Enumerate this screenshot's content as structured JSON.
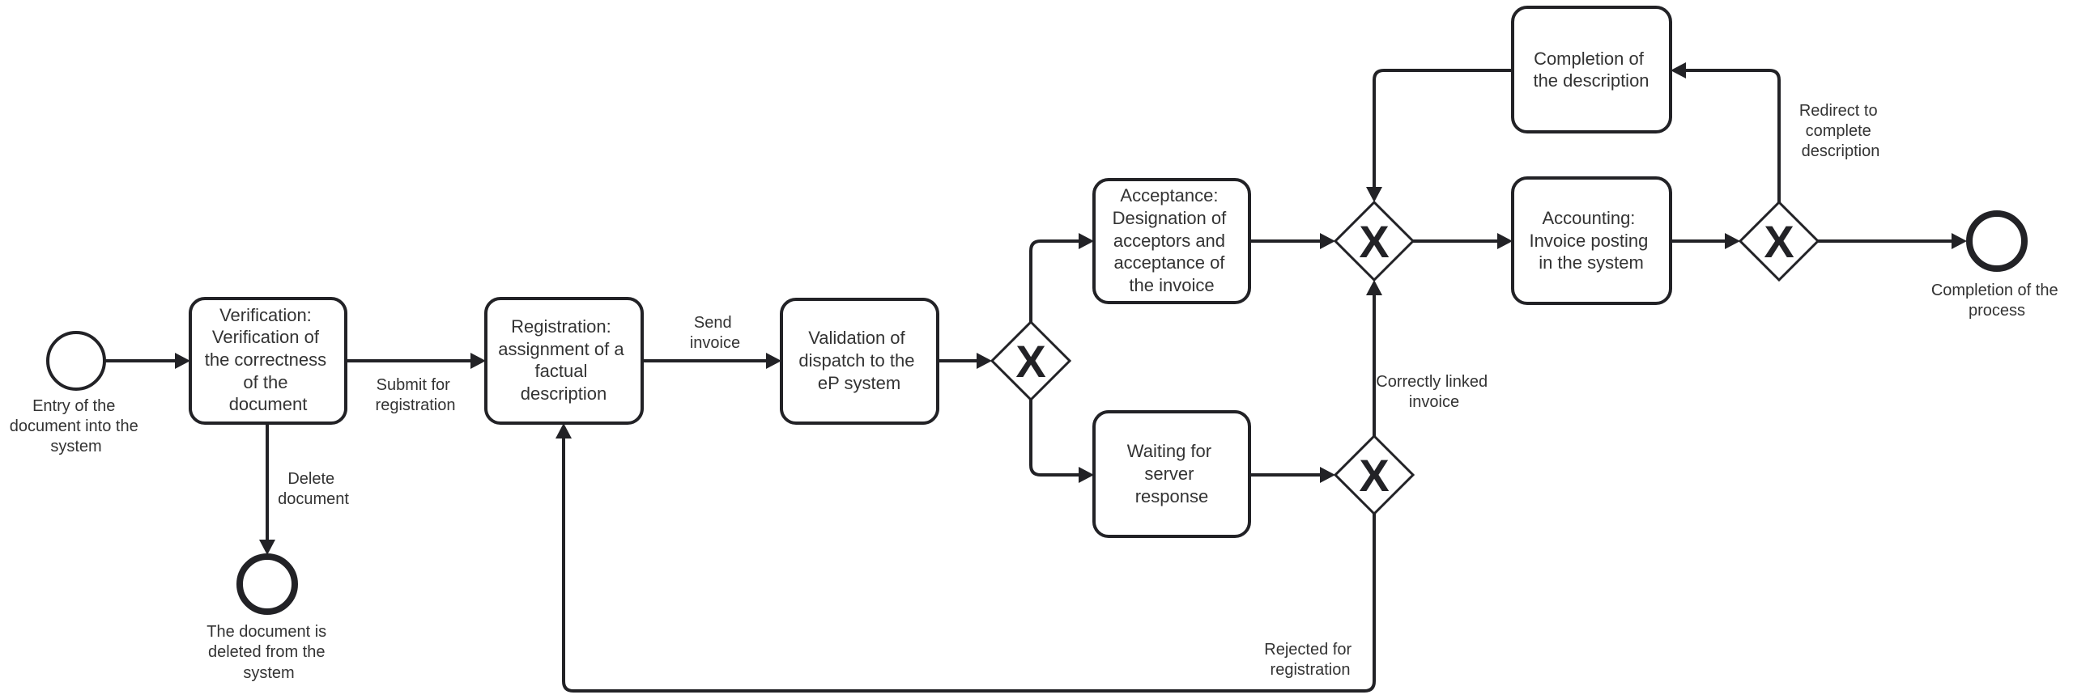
{
  "diagram": {
    "type": "BPMN process",
    "colors": {
      "stroke": "#222226",
      "text": "#333333",
      "background": "#ffffff"
    },
    "events": {
      "start": {
        "label": [
          "Entry of the",
          "document into the",
          "system"
        ]
      },
      "end_deleted": {
        "label": [
          "The document is",
          "deleted from the",
          "system"
        ]
      },
      "end_complete": {
        "label": [
          "Completion of the",
          "process"
        ]
      }
    },
    "tasks": {
      "verification": {
        "lines": [
          "Verification:",
          "Verification of",
          "the correctness",
          "of the",
          "document"
        ]
      },
      "registration": {
        "lines": [
          "Registration:",
          "assignment of a",
          "factual",
          "description"
        ]
      },
      "validation": {
        "lines": [
          "Validation of",
          "dispatch to the",
          "eP system"
        ]
      },
      "acceptance": {
        "lines": [
          "Acceptance:",
          "Designation of",
          "acceptors and",
          "acceptance of",
          "the invoice"
        ]
      },
      "waiting": {
        "lines": [
          "Waiting for",
          "server",
          "response"
        ]
      },
      "accounting": {
        "lines": [
          "Accounting:",
          "Invoice posting",
          "in the system"
        ]
      },
      "completion_desc": {
        "lines": [
          "Completion of",
          "the description"
        ]
      }
    },
    "gateways": {
      "gw_split": {
        "symbol": "X",
        "type": "exclusive"
      },
      "gw_merge": {
        "symbol": "X",
        "type": "exclusive"
      },
      "gw_response": {
        "symbol": "X",
        "type": "exclusive"
      },
      "gw_accounting": {
        "symbol": "X",
        "type": "exclusive"
      }
    },
    "flow_labels": {
      "submit": [
        "Submit for",
        "registration"
      ],
      "delete": [
        "Delete",
        "document"
      ],
      "send": [
        "Send",
        "invoice"
      ],
      "correctly_linked": [
        "Correctly linked",
        "invoice"
      ],
      "rejected": [
        "Rejected for",
        "registration"
      ],
      "redirect": [
        "Redirect to",
        "complete",
        "description"
      ]
    }
  }
}
